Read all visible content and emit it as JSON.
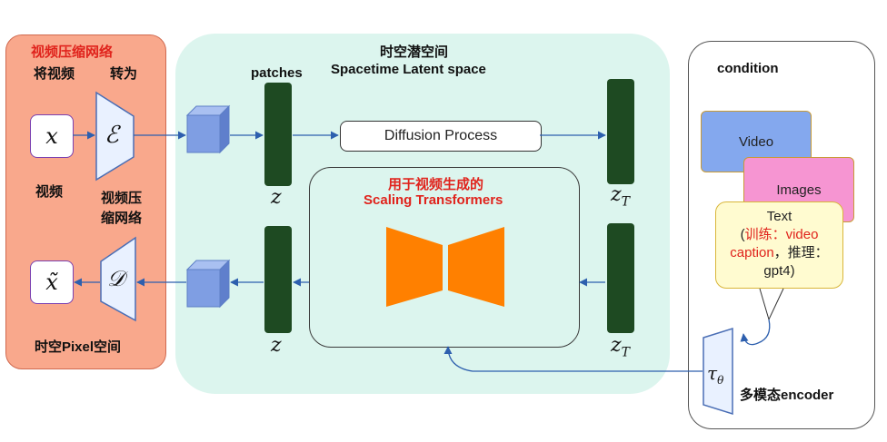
{
  "left_panel": {
    "title": "视频压缩网络",
    "label_encode_src": "将视频",
    "label_encode_to": "转为",
    "label_video": "视频",
    "label_compress_net": "视频压\n缩网络",
    "label_pixel_space": "时空Pixel空间",
    "x_symbol": "x",
    "x_tilde_symbol": "x̃",
    "encoder_symbol": "ℰ",
    "decoder_symbol": "𝒟"
  },
  "middle_panel": {
    "title_cn": "时空潜空间",
    "title_en": "Spacetime Latent space",
    "patches_label": "patches",
    "diffusion_label": "Diffusion Process",
    "z_label_top": "z",
    "z_label_bottom": "z",
    "zT_label_top": "z",
    "zT_label_bottom": "z",
    "zT_subscript": "T",
    "transformer_title_cn": "用于视频生成的",
    "transformer_title_en": "Scaling Transformers"
  },
  "right_panel": {
    "title": "condition",
    "video_card": "Video",
    "images_card": "Images",
    "text_card_line1": "Text",
    "text_card_line2_a": "(",
    "text_card_line2_b": "训练：video",
    "text_card_line3_a": "caption",
    "text_card_line3_b": "，推理：",
    "text_card_line4": "gpt4)",
    "tau_symbol": "τ",
    "tau_subscript": "θ",
    "encoder_label": "多模态encoder"
  },
  "colors": {
    "left_panel_bg": "#f9a88c",
    "middle_panel_bg": "#dcf5ee",
    "latent_bar": "#1e4a22",
    "transformer_fill": "#ff8000",
    "cube_fill": "#7f9ee3",
    "arrow": "#2d5fae",
    "red_text": "#e0231c"
  }
}
